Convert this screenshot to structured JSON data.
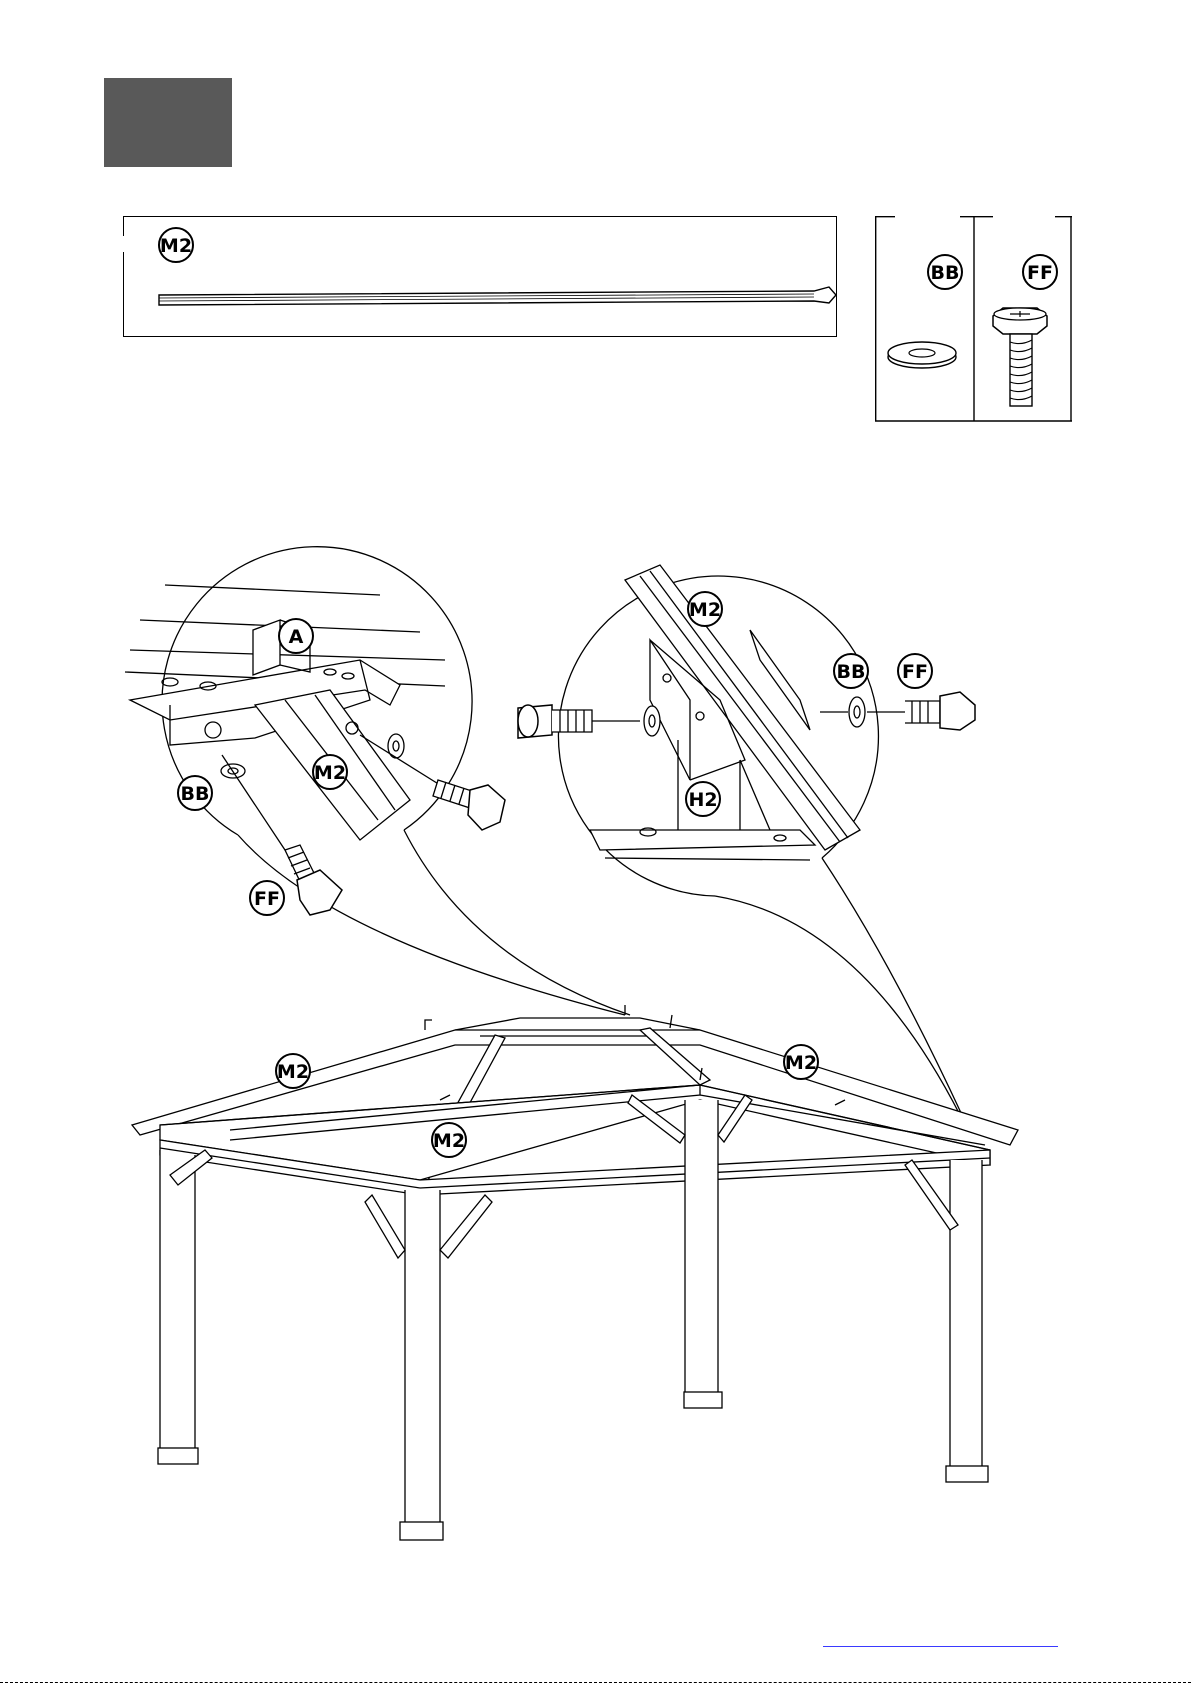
{
  "step": {
    "fill_color": "#595959"
  },
  "parts_box": {
    "part_label": "M2"
  },
  "hardware_box": {
    "washer_label": "BB",
    "bolt_label": "FF"
  },
  "detail_left": {
    "bracket_label": "A",
    "beam_label": "M2",
    "washer_label": "BB",
    "bolt_label": "FF"
  },
  "detail_right": {
    "beam_label": "M2",
    "washer_label": "BB",
    "bolt_label": "FF",
    "post_label": "H2"
  },
  "gazebo": {
    "rafter_labels": [
      "M2",
      "M2",
      "M2"
    ]
  },
  "colors": {
    "line": "#000000",
    "footer_link": "#3a3aff"
  }
}
